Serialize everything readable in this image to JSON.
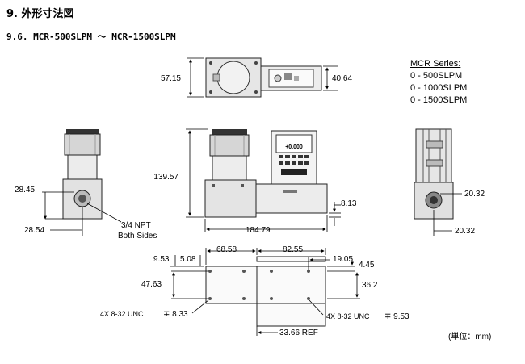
{
  "section_title": "9. 外形寸法図",
  "subsection_title": "9.6. MCR-500SLPM ～ MCR-1500SLPM",
  "series": {
    "title": "MCR Series:",
    "items": [
      "0 - 500SLPM",
      "0 - 1000SLPM",
      "0 - 1500SLPM"
    ]
  },
  "unit_note": "(単位：mm)",
  "dims": {
    "top_h_left": "57.15",
    "top_h_right": "40.64",
    "side_h_upper": "28.45",
    "side_h_lower": "28.54",
    "npt_line1": "3/4 NPT",
    "npt_line2": "Both Sides",
    "front_height": "139.57",
    "front_width": "184.79",
    "front_step": "8.13",
    "right_w_upper": "20.32",
    "right_w_lower": "20.32",
    "btm_9_53": "9.53",
    "btm_5_08": "5.08",
    "btm_68_58": "68.58",
    "btm_82_55": "82.55",
    "btm_19_05": "19.05",
    "btm_4_45": "4.45",
    "btm_47_63": "47.63",
    "btm_36_2": "36.2",
    "btm_ref": "33.66 REF",
    "thread_left": "4X 8-32 UNC",
    "thread_left_depth": "∓ 8.33",
    "thread_right": "4X 8-32 UNC",
    "thread_right_depth": "∓ 9.53"
  },
  "display": {
    "value": "+0.000"
  }
}
